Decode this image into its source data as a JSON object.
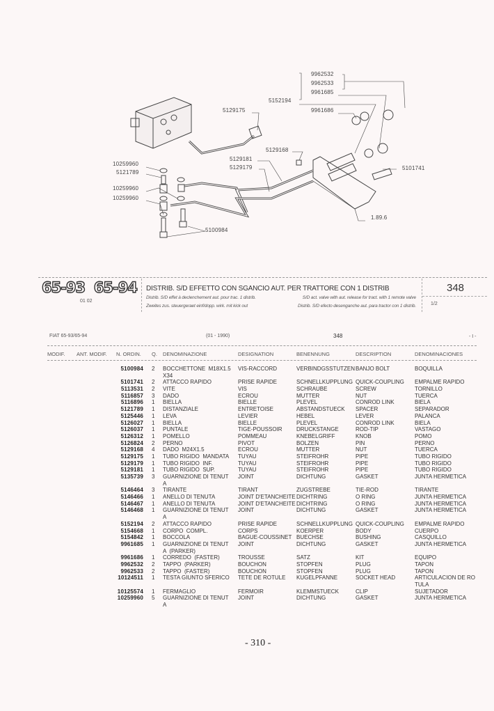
{
  "diagram": {
    "callouts": [
      "9962532",
      "9962533",
      "9961685",
      "5152194",
      "9961686",
      "5129175",
      "5129168",
      "5129181",
      "5129179",
      "10259960",
      "5121789",
      "10259960",
      "10259960",
      "5100984",
      "5101741",
      "1.89.6"
    ]
  },
  "header": {
    "logo": "65-93  65-94",
    "logo_sub": "01 02",
    "title": "DISTRIB. S/D EFFETTO CON SGANCIO AUT. PER TRATTORE CON 1 DISTRIB",
    "fr": "Distrib. S/D effet à declenchement aut. pour trac. 1 distrib.",
    "en": "S/D act. valve with aut. release for tract. with 1 remote valve",
    "de": "Zweites zus. steuergeraet einf/dopp. wirk. mit kick out",
    "es": "Distrib. S/D efecto desenganche aut. para tractor con 1 distrib.",
    "page_no": "348",
    "sheet": "1/2"
  },
  "subheader": {
    "model": "FIAT 65-93/65-94",
    "date": "(01 - 1990)",
    "table_no": "348",
    "mark": "- I -"
  },
  "columns": [
    "MODIF.",
    "ANT. MODIF.",
    "N. ORDIN.",
    "Q.",
    "DENOMINAZIONE",
    "DESIGNATION",
    "BENENNUNG",
    "DESCRIPTION",
    "DENOMINACIONES"
  ],
  "rows": [
    {
      "pn": "5100984",
      "q": "2",
      "it": "BOCCHETTONE  M18X1.5\nX34",
      "fr": "VIS-RACCORD",
      "de": "VERBINDGSSTUTZEN",
      "en": "BANJO BOLT",
      "es": "BOQUILLA"
    },
    {
      "pn": "5101741",
      "q": "2",
      "it": "ATTACCO RAPIDO",
      "fr": "PRISE RAPIDE",
      "de": "SCHNELLKUPPLUNG",
      "en": "QUICK-COUPLING",
      "es": "EMPALME RAPIDO"
    },
    {
      "pn": "5113531",
      "q": "2",
      "it": "VITE",
      "fr": "VIS",
      "de": "SCHRAUBE",
      "en": "SCREW",
      "es": "TORNILLO"
    },
    {
      "pn": "5116857",
      "q": "3",
      "it": "DADO",
      "fr": "ECROU",
      "de": "MUTTER",
      "en": "NUT",
      "es": "TUERCA"
    },
    {
      "pn": "5116896",
      "q": "1",
      "it": "BIELLA",
      "fr": "BIELLE",
      "de": "PLEVEL",
      "en": "CONROD LINK",
      "es": "BIELA"
    },
    {
      "pn": "5121789",
      "q": "1",
      "it": "DISTANZIALE",
      "fr": "ENTRETOISE",
      "de": "ABSTANDSTUECK",
      "en": "SPACER",
      "es": "SEPARADOR"
    },
    {
      "pn": "5125446",
      "q": "1",
      "it": "LEVA",
      "fr": "LEVIER",
      "de": "HEBEL",
      "en": "LEVER",
      "es": "PALANCA"
    },
    {
      "pn": "5126027",
      "q": "1",
      "it": "BIELLA",
      "fr": "BIELLE",
      "de": "PLEVEL",
      "en": "CONROD LINK",
      "es": "BIELA"
    },
    {
      "pn": "5126037",
      "q": "1",
      "it": "PUNTALE",
      "fr": "TIGE-POUSSOIR",
      "de": "DRUCKSTANGE",
      "en": "ROD-TIP",
      "es": "VASTAGO"
    },
    {
      "pn": "5126312",
      "q": "1",
      "it": "POMELLO",
      "fr": "POMMEAU",
      "de": "KNEBELGRIFF",
      "en": "KNOB",
      "es": "POMO"
    },
    {
      "pn": "5126824",
      "q": "2",
      "it": "PERNO",
      "fr": "PIVOT",
      "de": "BOLZEN",
      "en": "PIN",
      "es": "PERNO"
    },
    {
      "pn": "5129168",
      "q": "4",
      "it": "DADO  M24X1.5",
      "fr": "ECROU",
      "de": "MUTTER",
      "en": "NUT",
      "es": "TUERCA"
    },
    {
      "pn": "5129175",
      "q": "1",
      "it": "TUBO RIGIDO  MANDATA",
      "fr": "TUYAU",
      "de": "STEIFROHR",
      "en": "PIPE",
      "es": "TUBO RIGIDO"
    },
    {
      "pn": "5129179",
      "q": "1",
      "it": "TUBO RIGIDO  INF.",
      "fr": "TUYAU",
      "de": "STEIFROHR",
      "en": "PIPE",
      "es": "TUBO RIGIDO"
    },
    {
      "pn": "5129181",
      "q": "1",
      "it": "TUBO RIGIDO  SUP.",
      "fr": "TUYAU",
      "de": "STEIFROHR",
      "en": "PIPE",
      "es": "TUBO RIGIDO"
    },
    {
      "pn": "5135739",
      "q": "3",
      "it": "GUARNIZIONE DI TENUT\nA",
      "fr": "JOINT",
      "de": "DICHTUNG",
      "en": "GASKET",
      "es": "JUNTA HERMETICA"
    },
    {
      "pn": "5146464",
      "q": "3",
      "it": "TIRANTE",
      "fr": "TIRANT",
      "de": "ZUGSTREBE",
      "en": "TIE-ROD",
      "es": "TIRANTE"
    },
    {
      "pn": "5146466",
      "q": "1",
      "it": "ANELLO DI TENUTA",
      "fr": "JOINT D'ETANCHEITE",
      "de": "DICHTRING",
      "en": "O RING",
      "es": "JUNTA HERMETICA"
    },
    {
      "pn": "5146467",
      "q": "1",
      "it": "ANELLO DI TENUTA",
      "fr": "JOINT D'ETANCHEITE",
      "de": "DICHTRING",
      "en": "O RING",
      "es": "JUNTA HERMETICA"
    },
    {
      "pn": "5146468",
      "q": "1",
      "it": "GUARNIZIONE DI TENUT\nA",
      "fr": "JOINT",
      "de": "DICHTUNG",
      "en": "GASKET",
      "es": "JUNTA HERMETICA"
    },
    {
      "pn": "5152194",
      "q": "2",
      "it": "ATTACCO RAPIDO",
      "fr": "PRISE RAPIDE",
      "de": "SCHNELLKUPPLUNG",
      "en": "QUICK-COUPLING",
      "es": "EMPALME RAPIDO"
    },
    {
      "pn": "5154668",
      "q": "1",
      "it": "CORPO  COMPL.",
      "fr": "CORPS",
      "de": "KOERPER",
      "en": "BODY",
      "es": "CUERPO"
    },
    {
      "pn": "5154842",
      "q": "1",
      "it": "BOCCOLA",
      "fr": "BAGUE-COUSSINET",
      "de": "BUECHSE",
      "en": "BUSHING",
      "es": "CASQUILLO"
    },
    {
      "pn": "9961685",
      "q": "1",
      "it": "GUARNIZIONE DI TENUT\nA  (PARKER)",
      "fr": "JOINT",
      "de": "DICHTUNG",
      "en": "GASKET",
      "es": "JUNTA HERMETICA"
    },
    {
      "pn": "9961686",
      "q": "1",
      "it": "CORREDO  (FASTER)",
      "fr": "TROUSSE",
      "de": "SATZ",
      "en": "KIT",
      "es": "EQUIPO"
    },
    {
      "pn": "9962532",
      "q": "2",
      "it": "TAPPO  (PARKER)",
      "fr": "BOUCHON",
      "de": "STOPFEN",
      "en": "PLUG",
      "es": "TAPON"
    },
    {
      "pn": "9962533",
      "q": "2",
      "it": "TAPPO  (FASTER)",
      "fr": "BOUCHON",
      "de": "STOPFEN",
      "en": "PLUG",
      "es": "TAPON"
    },
    {
      "pn": "10124511",
      "q": "1",
      "it": "TESTA GIUNTO SFERICO",
      "fr": "TETE DE ROTULE",
      "de": "KUGELPFANNE",
      "en": "SOCKET HEAD",
      "es": "ARTICULACION DE RO\nTULA"
    },
    {
      "pn": "10125574",
      "q": "1",
      "it": "FERMAGLIO",
      "fr": "FERMOIR",
      "de": "KLEMMSTUECK",
      "en": "CLIP",
      "es": "SUJETADOR"
    },
    {
      "pn": "10259960",
      "q": "5",
      "it": "GUARNIZIONE DI TENUT\nA",
      "fr": "JOINT",
      "de": "DICHTUNG",
      "en": "GASKET",
      "es": "JUNTA HERMETICA"
    }
  ],
  "footer": {
    "page": "- 310 -"
  }
}
